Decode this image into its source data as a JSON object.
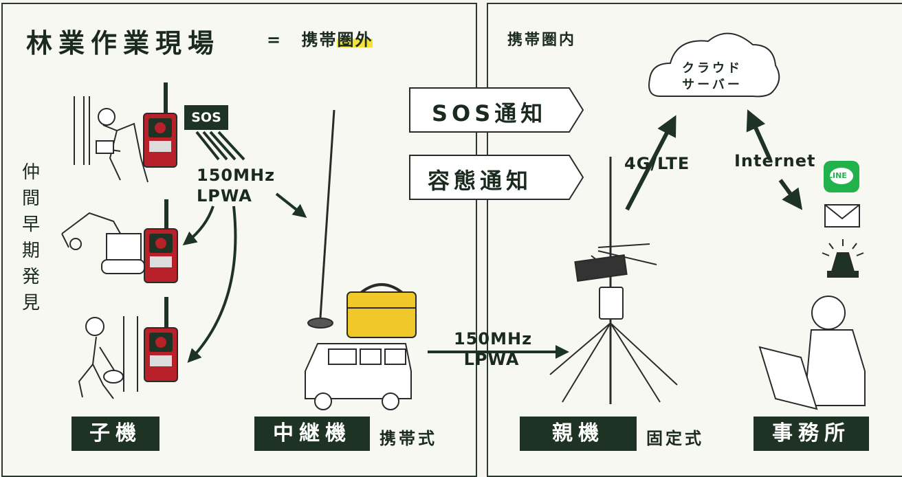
{
  "left": {
    "title": "林業作業現場",
    "equals": "=",
    "status_pre": "携帯",
    "status_hl": "圏外",
    "vertical_text": "仲間早期発見",
    "sos_tag": "SOS",
    "radio_line1": "150MHz",
    "radio_line2": "LPWA",
    "label_child": "子機",
    "label_relay": "中継機",
    "relay_sub": "携帯式"
  },
  "middle": {
    "sos_notice": "SOS通知",
    "status_notice": "容態通知",
    "radio_line1": "150MHz",
    "radio_line2": "LPWA"
  },
  "right": {
    "header": "携帯圏内",
    "cloud_line1": "クラウド",
    "cloud_line2": "サーバー",
    "lte": "4G/LTE",
    "internet": "Internet",
    "line_icon_text": "LINE",
    "label_parent": "親機",
    "parent_sub": "固定式",
    "label_office": "事務所"
  },
  "colors": {
    "dark_green": "#1e3324",
    "device_red": "#b8202a",
    "case_yellow": "#f0c82a",
    "line_green": "#22b24c",
    "highlight": "#f2e23a"
  }
}
